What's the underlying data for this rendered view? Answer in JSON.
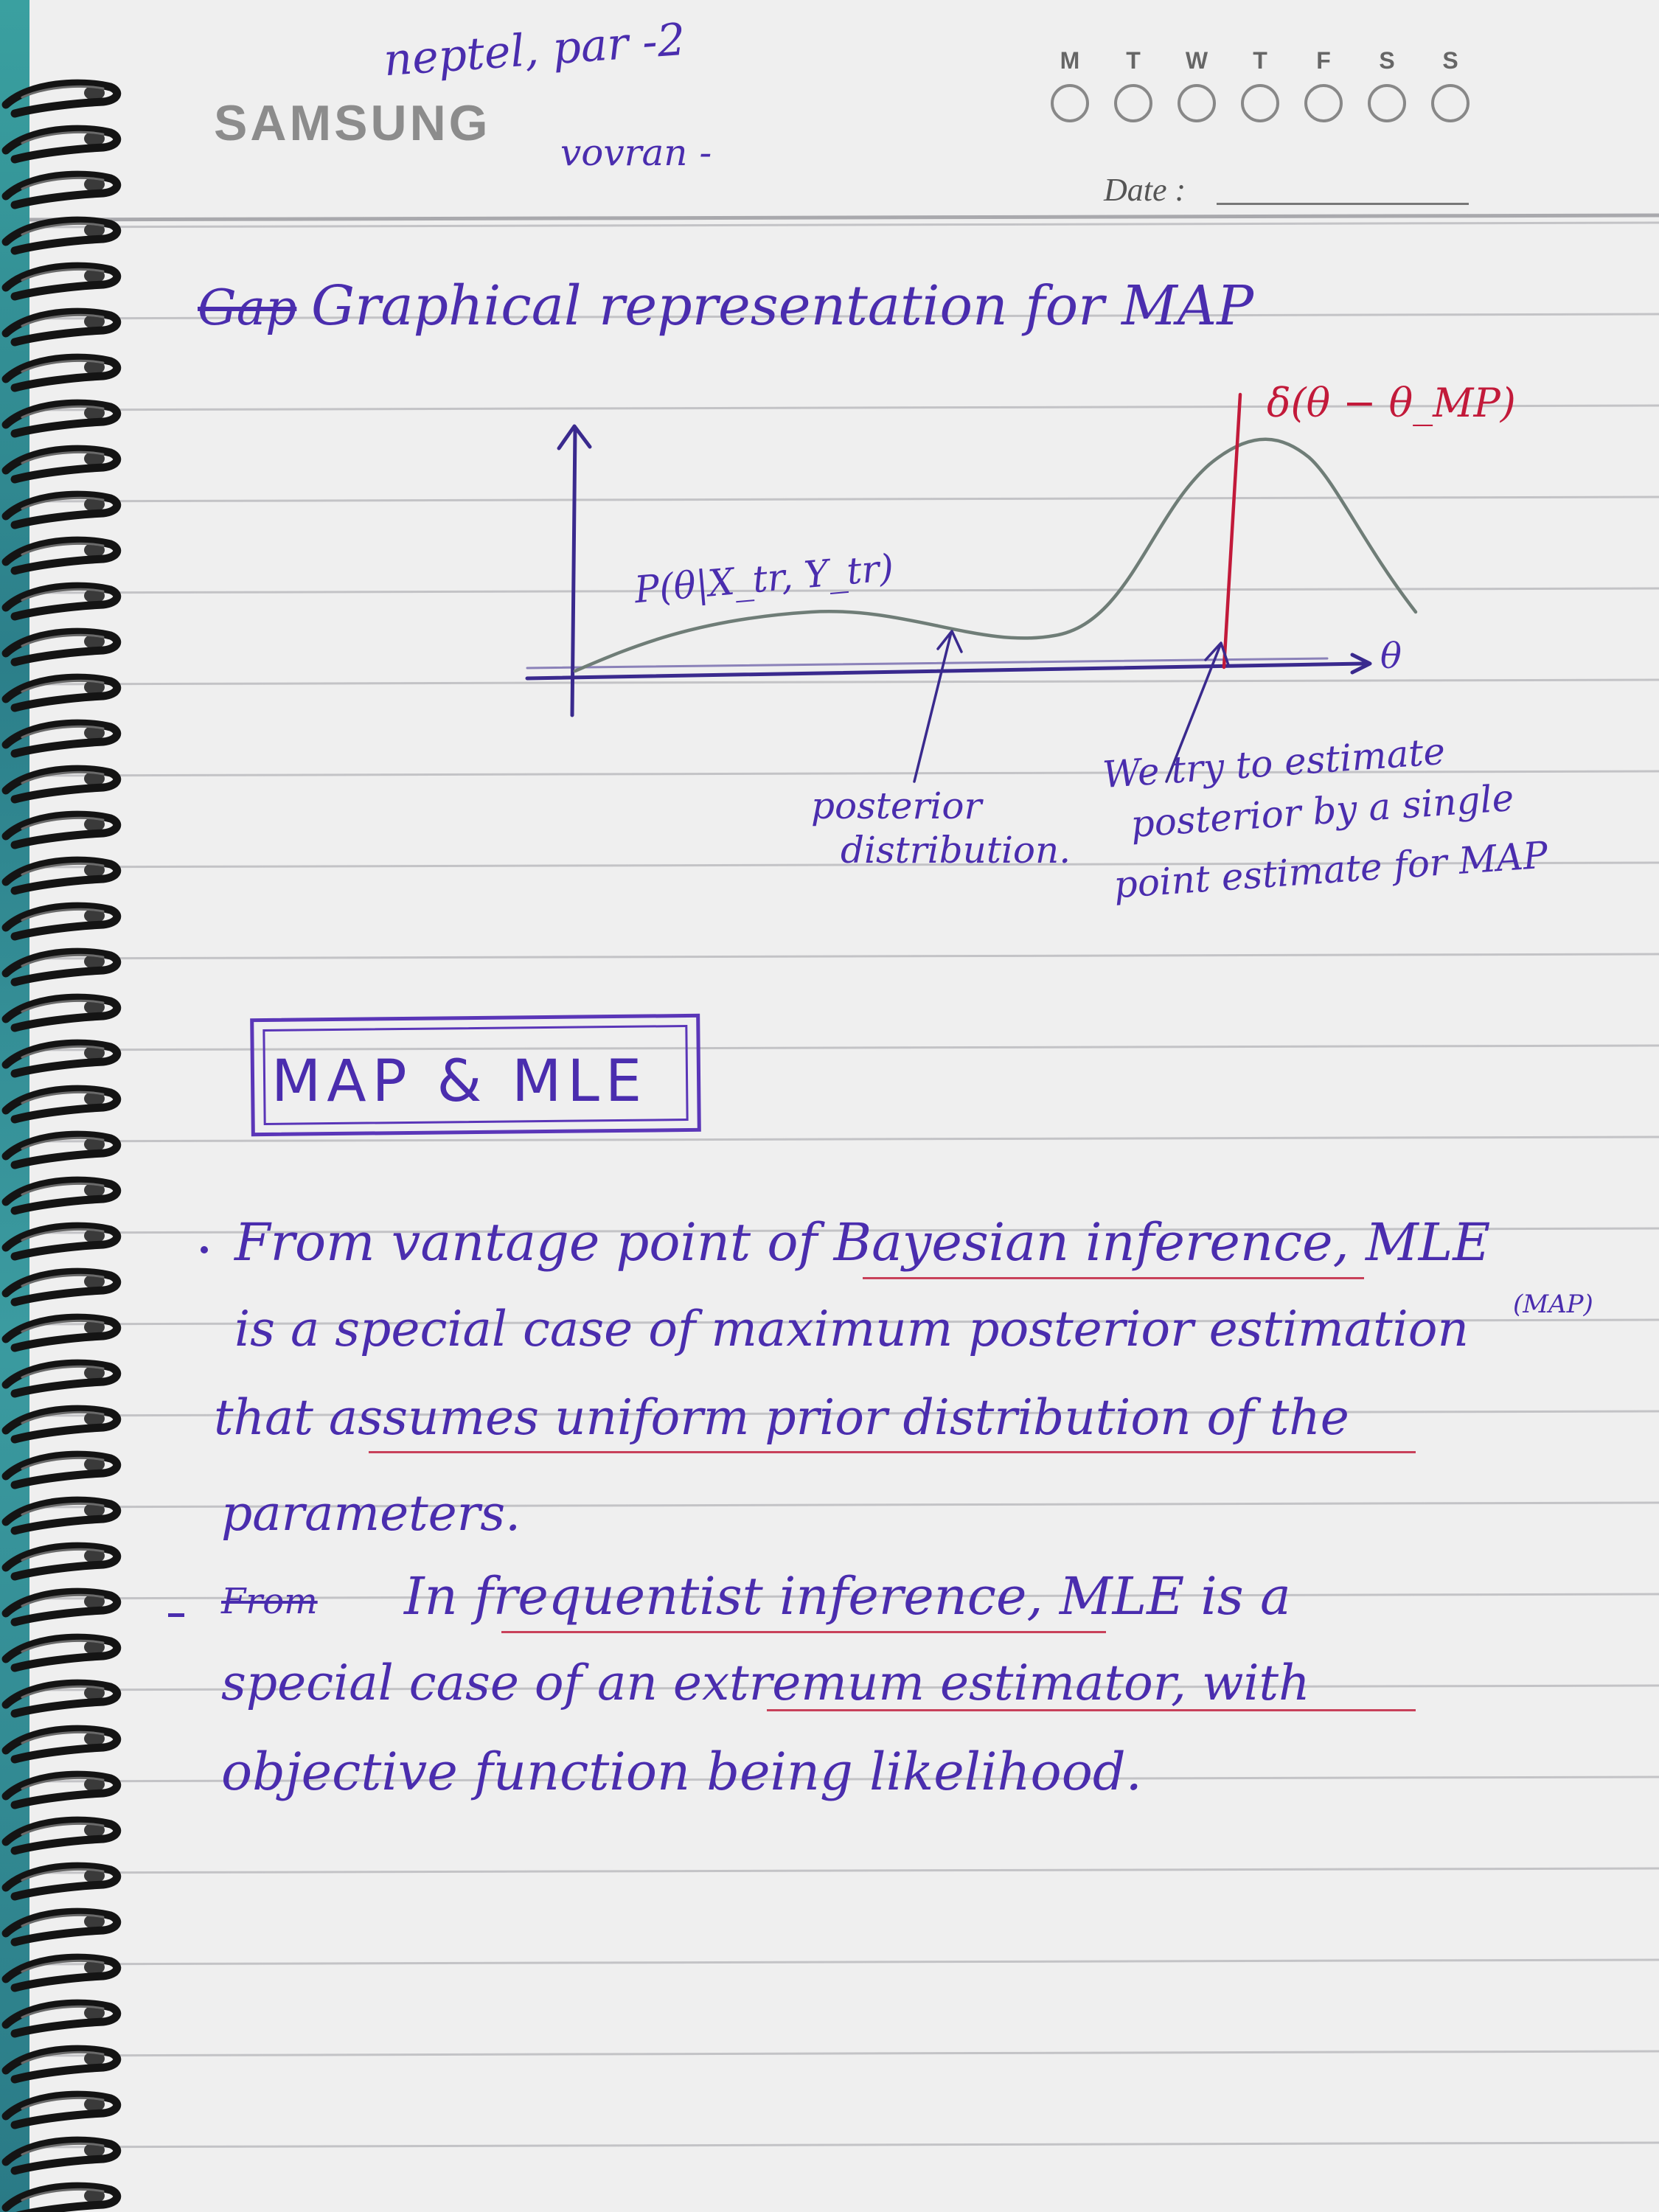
{
  "header": {
    "brand": "SAMSUNG",
    "days": [
      "M",
      "T",
      "W",
      "T",
      "F",
      "S",
      "S"
    ],
    "date_label": "Date :",
    "margin_note_1": "neptel, par -2",
    "margin_note_2": "vovran -"
  },
  "section1": {
    "heading": "Graphical representation for MAP",
    "heading_strike": "Gap",
    "curve_label": "P(θ|X_tr, Y_tr)",
    "delta_label": "δ(θ − θ_MP)",
    "axis_label": "θ",
    "annotation_left": [
      "posterior",
      "distribution."
    ],
    "annotation_right": [
      "We try to estimate",
      "posterior by a single",
      "point estimate for MAP"
    ]
  },
  "section2": {
    "boxed_title": "MAP & MLE",
    "para1": [
      "From vantage point of Bayesian inference, MLE",
      "is a special case of maximum posterior estimation",
      "that assumes uniform prior distribution of the",
      "parameters."
    ],
    "superscript": "(MAP)",
    "para2_strike": "From",
    "para2": [
      "In frequentist inference, MLE is a",
      "special case of an extremum estimator, with",
      "objective function being likelihood."
    ]
  },
  "colors": {
    "ink_blue": "#4a2dae",
    "ink_red": "#c21a3a",
    "curve": "#6f7d77",
    "paper": "#efefef",
    "line": "#c3c3c6"
  },
  "icons": [
    "spiral-binding-icon"
  ]
}
